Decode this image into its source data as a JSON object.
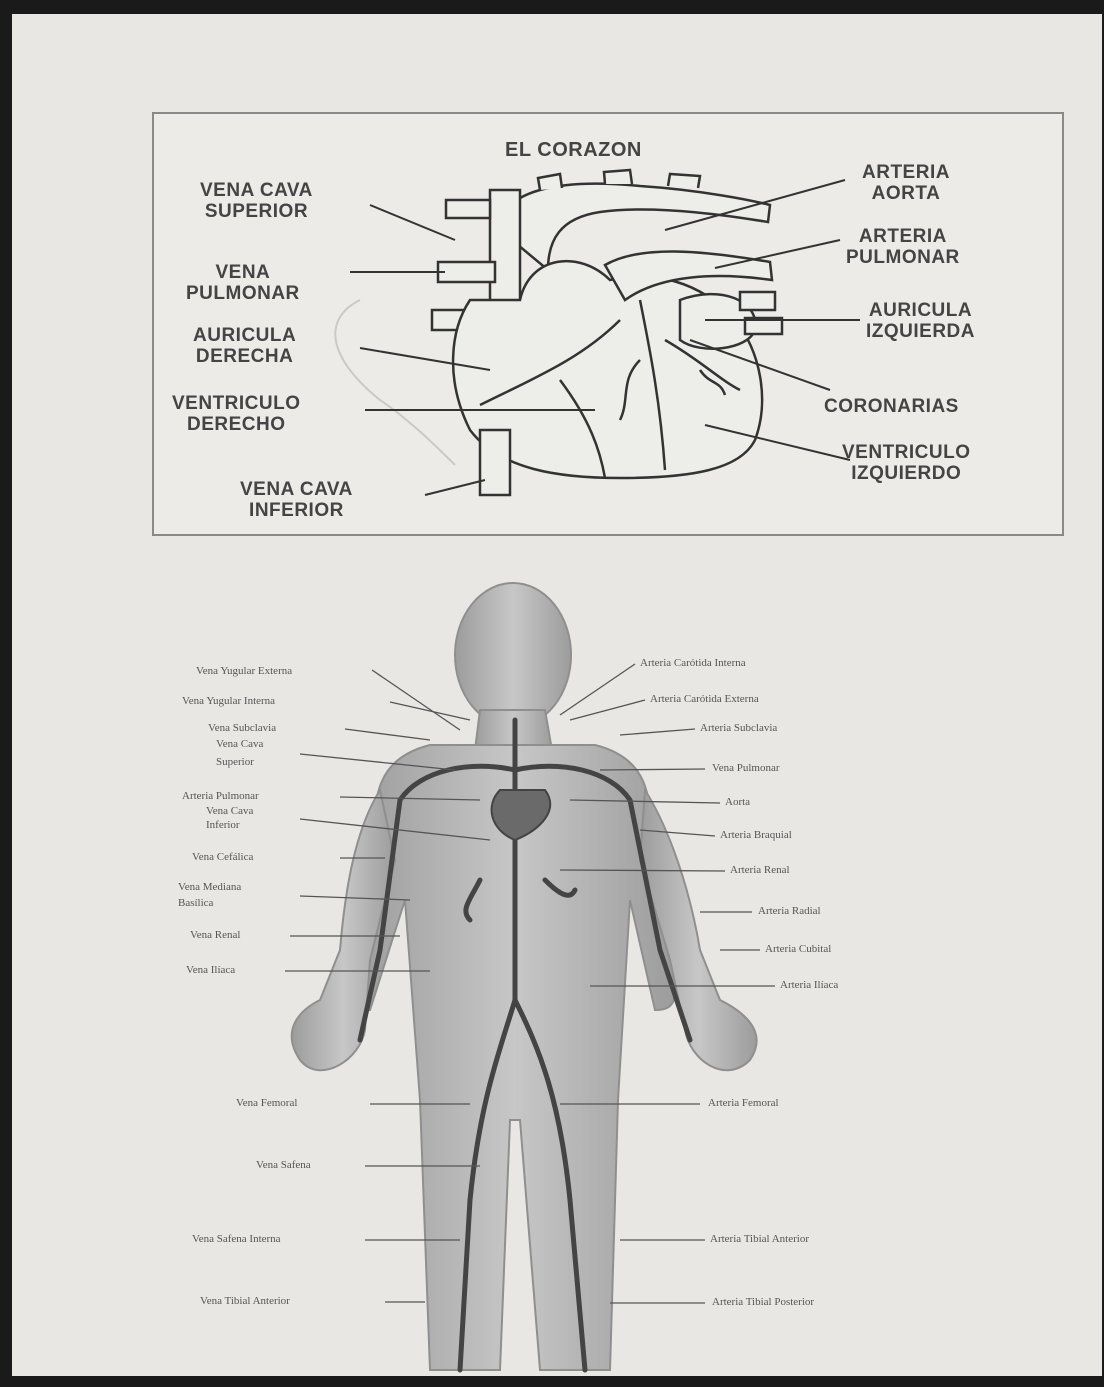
{
  "heart": {
    "title": "EL CORAZON",
    "labels": {
      "vena_cava_superior": [
        "VENA CAVA",
        "SUPERIOR"
      ],
      "vena_pulmonar": [
        "VENA",
        "PULMONAR"
      ],
      "auricula_derecha": [
        "AURICULA",
        "DERECHA"
      ],
      "ventriculo_derecho": [
        "VENTRICULO",
        "DERECHO"
      ],
      "vena_cava_inferior": [
        "VENA CAVA",
        "INFERIOR"
      ],
      "arteria_aorta": [
        "ARTERIA",
        "AORTA"
      ],
      "arteria_pulmonar": [
        "ARTERIA",
        "PULMONAR"
      ],
      "auricula_izquierda": [
        "AURICULA",
        "IZQUIERDA"
      ],
      "coronarias": "CORONARIAS",
      "ventriculo_izquierdo": [
        "VENTRICULO",
        "IZQUIERDO"
      ]
    }
  },
  "body": {
    "left_labels": [
      "Vena Yugular Externa",
      "Vena Yugular Interna",
      "Vena Subclavia",
      "Vena Cava",
      "Superior",
      "Arteria Pulmonar",
      "Vena Cava",
      "Inferior",
      "Vena Cefálica",
      "Vena Mediana",
      "Basílica",
      "Vena Renal",
      "Vena Ilíaca",
      "Vena Femoral",
      "Vena Safena",
      "Vena Safena Interna",
      "Vena Tibial Anterior"
    ],
    "right_labels": [
      "Arteria Carótida Interna",
      "Arteria Carótida Externa",
      "Arteria Subclavia",
      "Vena Pulmonar",
      "Aorta",
      "Arteria Braquial",
      "Arteria Renal",
      "Arteria Radial",
      "Arteria Cubital",
      "Arteria Ilíaca",
      "Arteria Femoral",
      "Arteria Tibial Anterior",
      "Arteria Tibial Posterior"
    ]
  }
}
